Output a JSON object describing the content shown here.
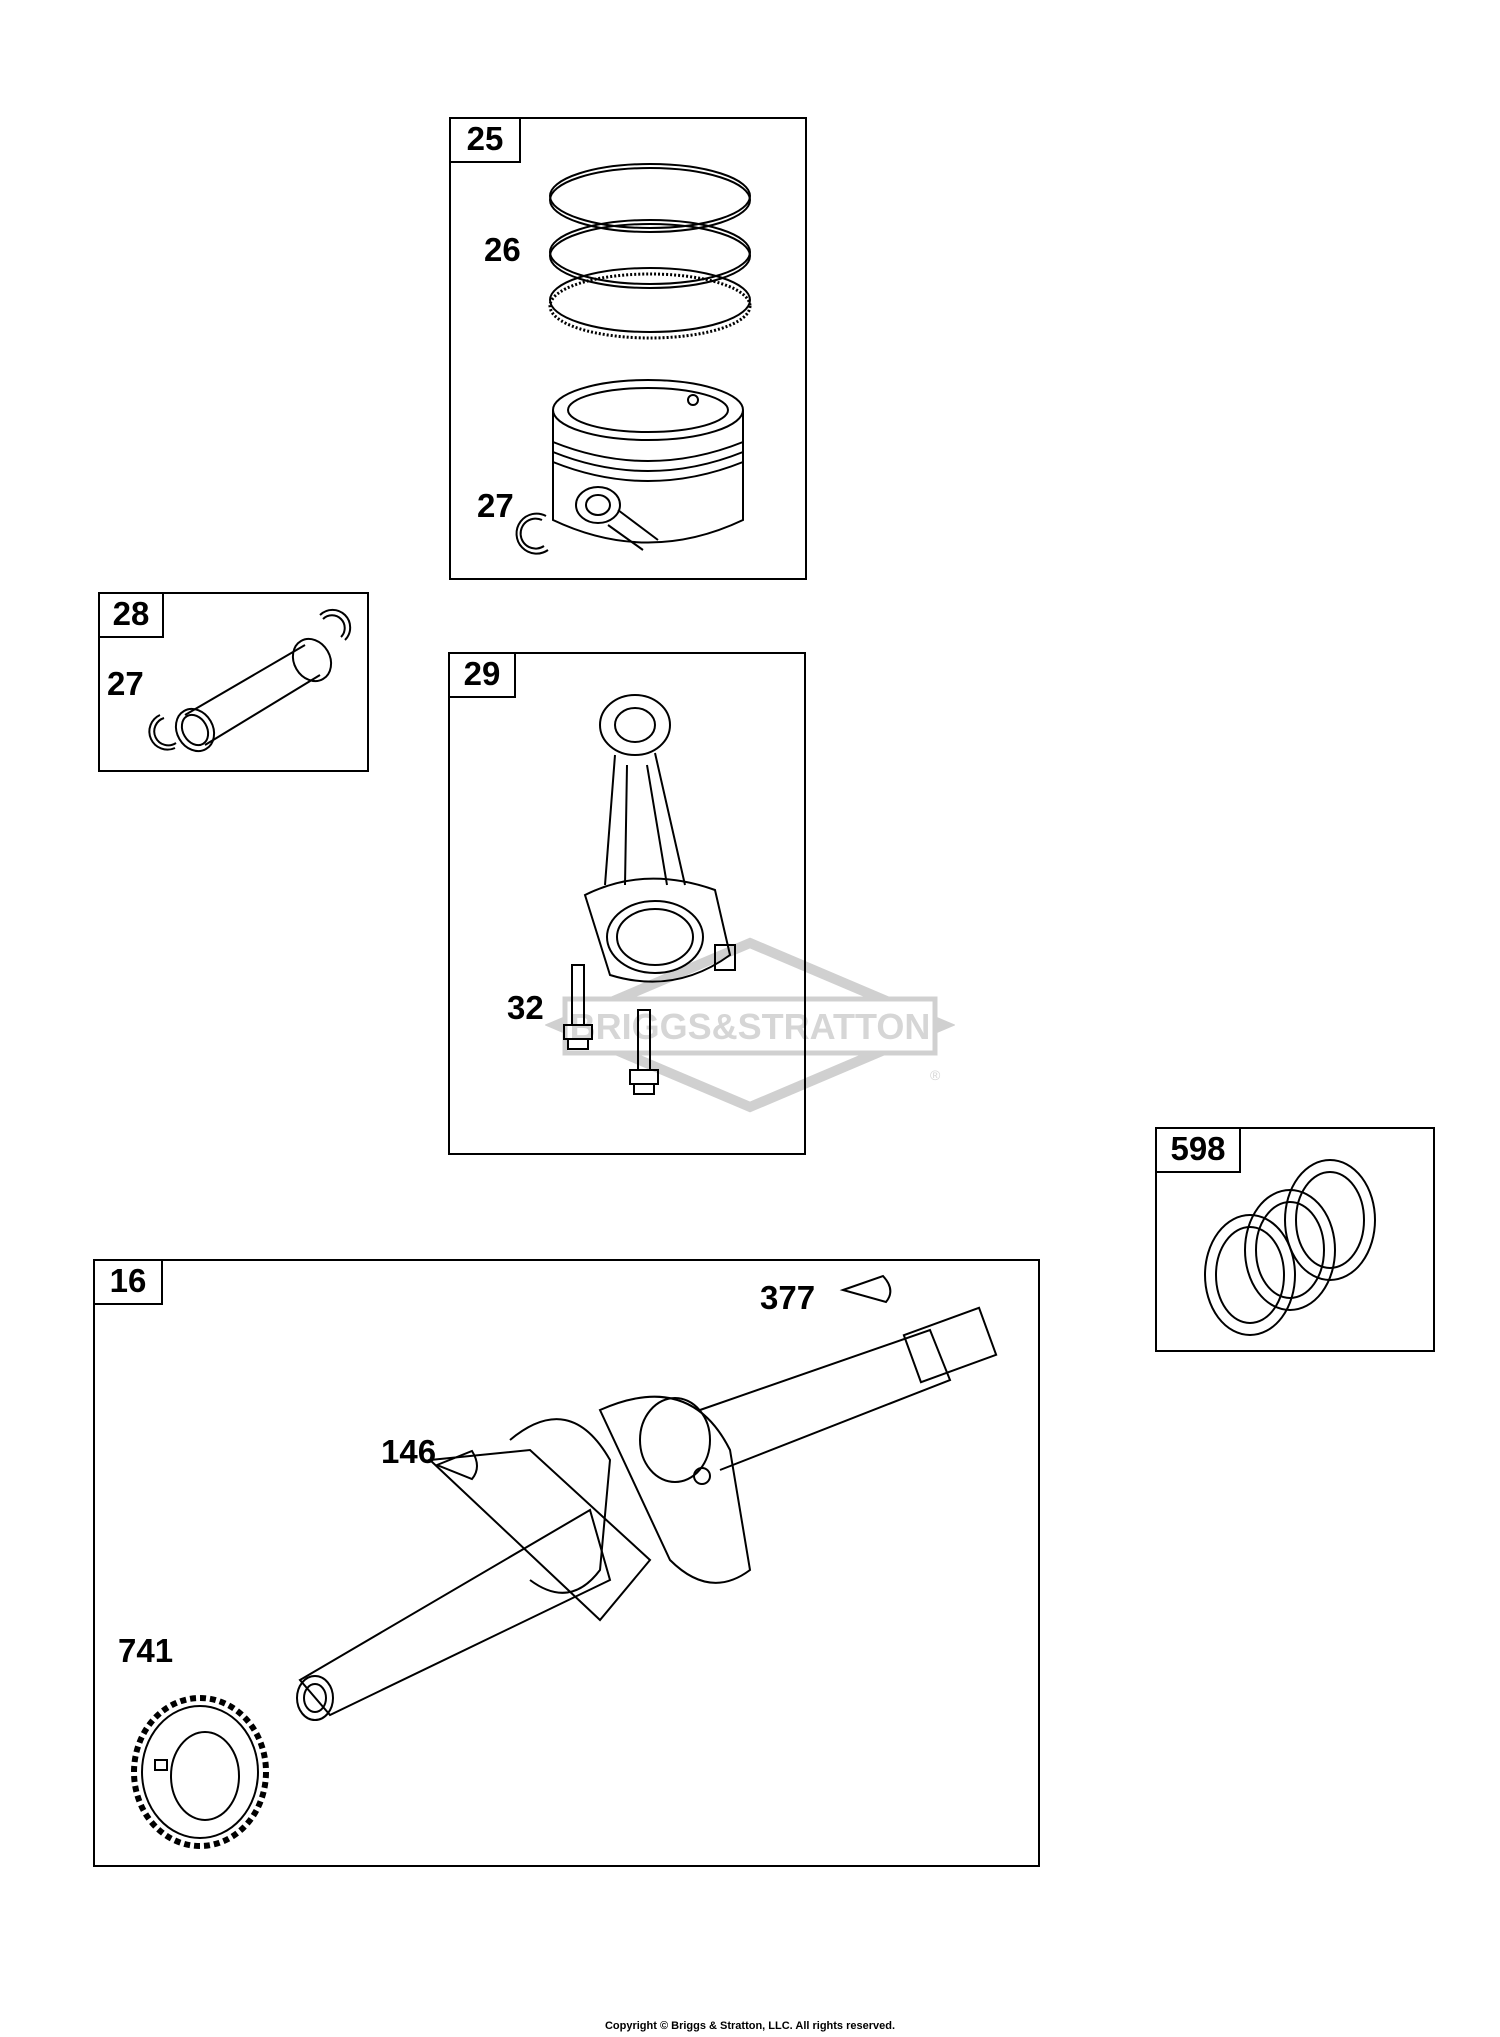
{
  "watermark": {
    "brand": "BRIGGS&STRATTON",
    "mark": "®"
  },
  "panels": {
    "p25": {
      "tag": "25",
      "callouts": {
        "rings": "26",
        "clip": "27"
      }
    },
    "p28": {
      "tag": "28",
      "callouts": {
        "clip": "27"
      }
    },
    "p29": {
      "tag": "29",
      "callouts": {
        "bolt": "32"
      }
    },
    "p598": {
      "tag": "598"
    },
    "p16": {
      "tag": "16",
      "callouts": {
        "key_top": "377",
        "key_mid": "146",
        "gear": "741"
      }
    }
  },
  "footer": {
    "copyright": "Copyright © Briggs & Stratton, LLC. All rights reserved."
  }
}
